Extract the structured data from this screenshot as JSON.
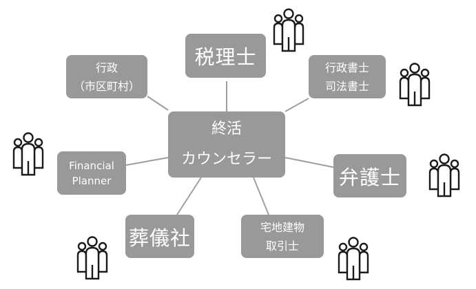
{
  "center": {
    "line1": "終活",
    "line2": "カウンセラー"
  },
  "nodes": {
    "tax_accountant": "税理士",
    "administration": {
      "line1": "行政",
      "line2": "（市区町村）"
    },
    "scriveners": {
      "line1": "行政書士",
      "line2": "司法書士"
    },
    "lawyer": "弁護士",
    "financial_planner": {
      "line1": "Financial",
      "line2": "Planner"
    },
    "funeral_company": "葬儀社",
    "real_estate": {
      "line1": "宅地建物",
      "line2": "取引士"
    }
  },
  "colors": {
    "box": "#999999",
    "text": "#ffffff",
    "connector": "#9e9e9e",
    "icon": "#1a1a1a"
  },
  "icons": [
    "people-group-icon"
  ]
}
